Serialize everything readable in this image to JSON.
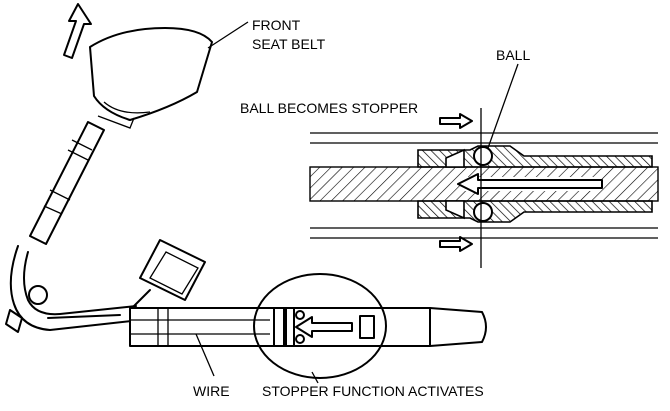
{
  "labels": {
    "front_seat_belt_line1": "FRONT",
    "front_seat_belt_line2": "SEAT BELT",
    "ball": "BALL",
    "ball_becomes_stopper": "BALL BECOMES STOPPER",
    "wire": "WIRE",
    "stopper_function_activates": "STOPPER FUNCTION ACTIVATES"
  }
}
